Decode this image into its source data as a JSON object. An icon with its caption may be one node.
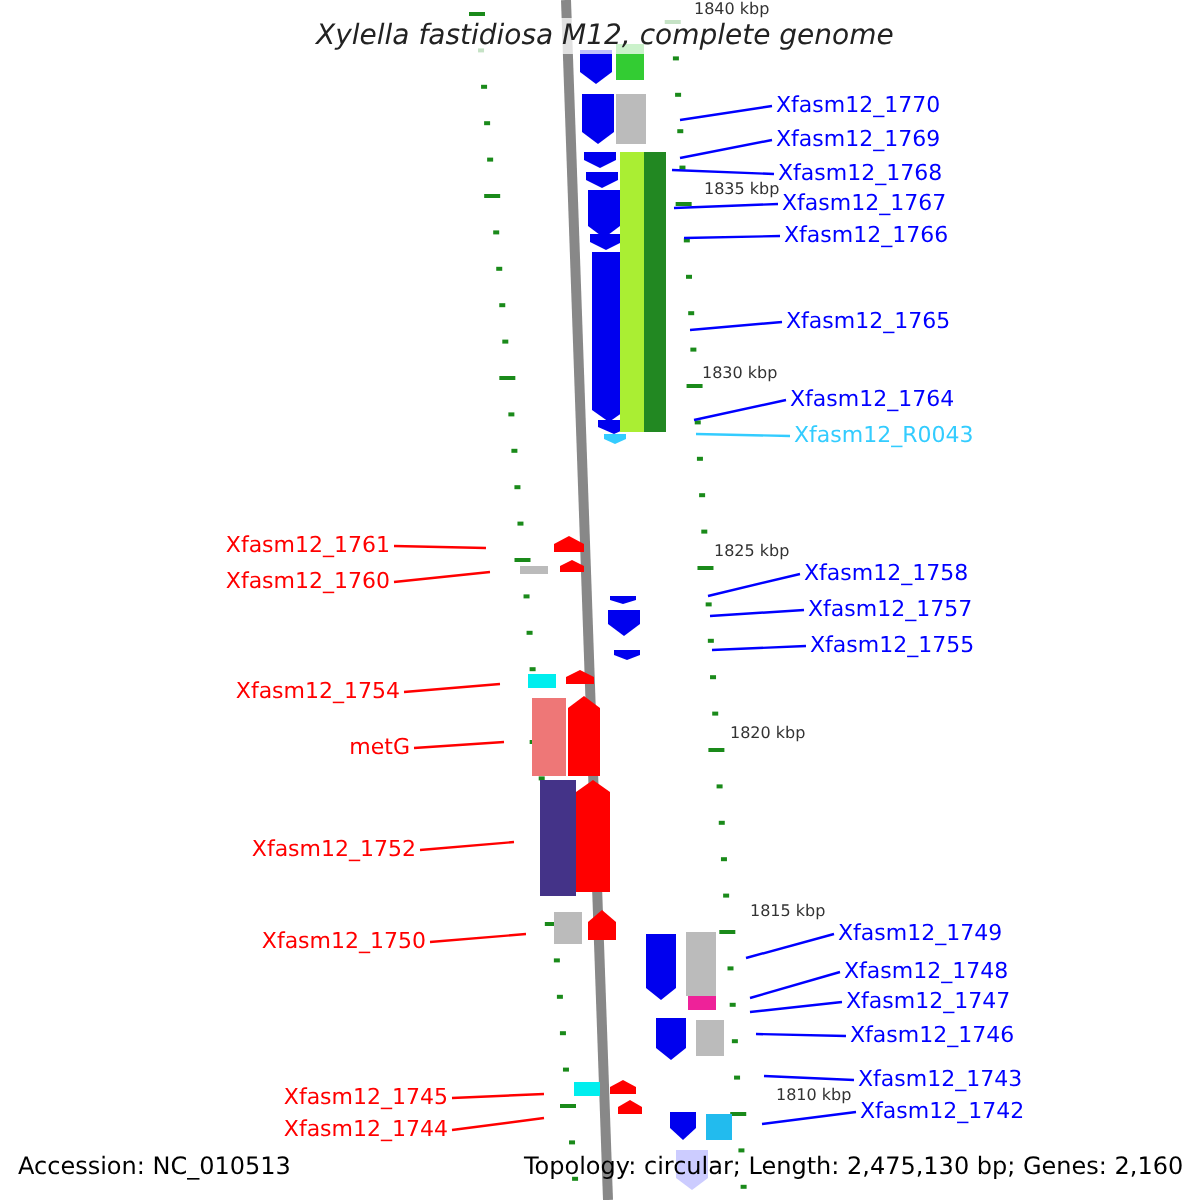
{
  "diagram": {
    "title": "Xylella fastidiosa M12, complete genome",
    "nodes": [
      {
        "text": [
          "Xfasm12_1770"
        ]
      },
      {
        "text": [
          "Xfasm12_1769"
        ]
      },
      {
        "text": [
          "Xfasm12_1768"
        ]
      },
      {
        "text": [
          "Xfasm12_1767"
        ]
      },
      {
        "text": [
          "Xfasm12_1766"
        ]
      },
      {
        "text": [
          "Xfasm12_1765"
        ]
      },
      {
        "text": [
          "Xfasm12_1764"
        ]
      },
      {
        "text": [
          "Xfasm12_R0043"
        ]
      },
      {
        "text": [
          "Xfasm12_1761"
        ]
      },
      {
        "text": [
          "Xfasm12_1758"
        ]
      },
      {
        "text": [
          "Xfasm12_1760"
        ]
      },
      {
        "text": [
          "Xfasm12_1757"
        ]
      },
      {
        "text": [
          "Xfasm12_1755"
        ]
      },
      {
        "text": [
          "Xfasm12_1754"
        ]
      },
      {
        "text": [
          "metG"
        ]
      },
      {
        "text": [
          "Xfasm12_1752"
        ]
      },
      {
        "text": [
          "Xfasm12_1749"
        ]
      },
      {
        "text": [
          "Xfasm12_1750"
        ]
      },
      {
        "text": [
          "Xfasm12_1748"
        ]
      },
      {
        "text": [
          "Xfasm12_1747"
        ]
      },
      {
        "text": [
          "Xfasm12_1746"
        ]
      },
      {
        "text": [
          "Xfasm12_1743"
        ]
      },
      {
        "text": [
          "Xfasm12_1745"
        ]
      },
      {
        "text": [
          "Xfasm12_1742"
        ]
      },
      {
        "text": [
          "Xfasm12_1744"
        ]
      }
    ],
    "edges": [
      {
        "from": 0,
        "to": null,
        "arrow": "none"
      },
      {
        "from": 1,
        "to": null,
        "arrow": "none"
      },
      {
        "from": 2,
        "to": null,
        "arrow": "none"
      },
      {
        "from": 3,
        "to": null,
        "arrow": "none"
      },
      {
        "from": 4,
        "to": null,
        "arrow": "none"
      },
      {
        "from": 5,
        "to": null,
        "arrow": "none"
      },
      {
        "from": 6,
        "to": null,
        "arrow": "none"
      },
      {
        "from": 7,
        "to": null,
        "arrow": "none",
        "color": "#33ccff"
      },
      {
        "from": 8,
        "to": null,
        "arrow": "none",
        "color": "#ff0000"
      },
      {
        "from": 9,
        "to": null,
        "arrow": "none"
      },
      {
        "from": 10,
        "to": null,
        "arrow": "none",
        "color": "#ff0000"
      },
      {
        "from": 11,
        "to": null,
        "arrow": "none"
      },
      {
        "from": 12,
        "to": null,
        "arrow": "none"
      },
      {
        "from": 13,
        "to": null,
        "arrow": "none",
        "color": "#ff0000"
      },
      {
        "from": 14,
        "to": null,
        "arrow": "none",
        "color": "#ff0000"
      },
      {
        "from": 15,
        "to": null,
        "arrow": "none",
        "color": "#ff0000"
      },
      {
        "from": 16,
        "to": null,
        "arrow": "none"
      },
      {
        "from": 17,
        "to": null,
        "arrow": "none",
        "color": "#ff0000"
      },
      {
        "from": 18,
        "to": null,
        "arrow": "none"
      },
      {
        "from": 19,
        "to": null,
        "arrow": "none"
      },
      {
        "from": 20,
        "to": null,
        "arrow": "none"
      },
      {
        "from": 21,
        "to": null,
        "arrow": "none"
      },
      {
        "from": 22,
        "to": null,
        "arrow": "none",
        "color": "#ff0000"
      },
      {
        "from": 23,
        "to": null,
        "arrow": "none"
      },
      {
        "from": 24,
        "to": null,
        "arrow": "none",
        "color": "#ff0000"
      }
    ],
    "labels": [
      "1840 kbp",
      "1835 kbp",
      "1830 kbp",
      "1825 kbp",
      "1820 kbp",
      "1815 kbp",
      "1810 kbp",
      "Accession: NC_010513",
      "Topology: circular; Length: 2,475,130 bp; Genes: 2,160"
    ]
  }
}
